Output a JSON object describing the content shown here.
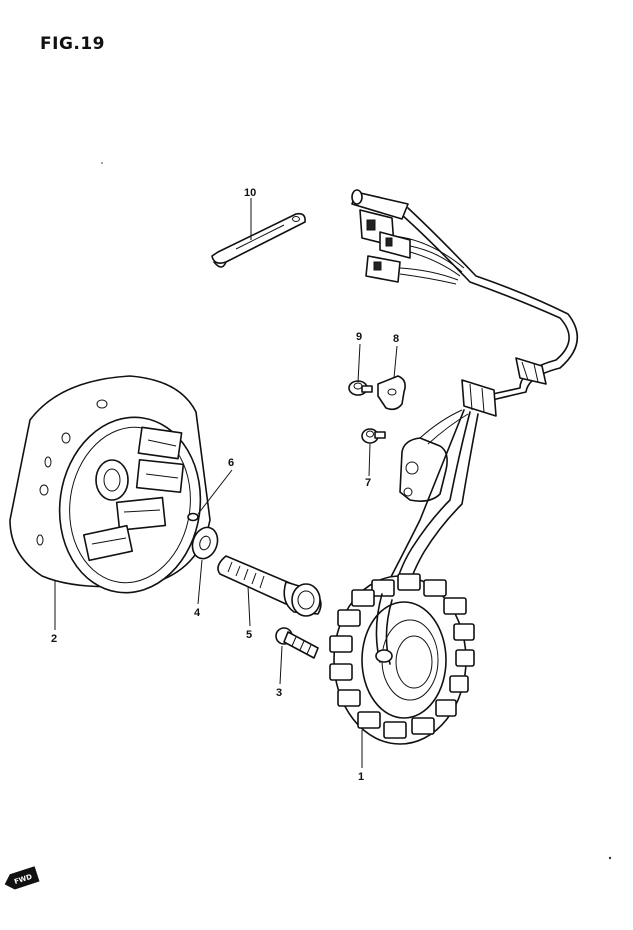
{
  "figure": {
    "title": "FIG.19",
    "fwd_label": "FWD"
  },
  "parts": [
    {
      "id": "part-1",
      "number": "1"
    },
    {
      "id": "part-2",
      "number": "2"
    },
    {
      "id": "part-3",
      "number": "3"
    },
    {
      "id": "part-4",
      "number": "4"
    },
    {
      "id": "part-5",
      "number": "5"
    },
    {
      "id": "part-6",
      "number": "6"
    },
    {
      "id": "part-7",
      "number": "7"
    },
    {
      "id": "part-8",
      "number": "8"
    },
    {
      "id": "part-9",
      "number": "9"
    },
    {
      "id": "part-10",
      "number": "10"
    }
  ]
}
